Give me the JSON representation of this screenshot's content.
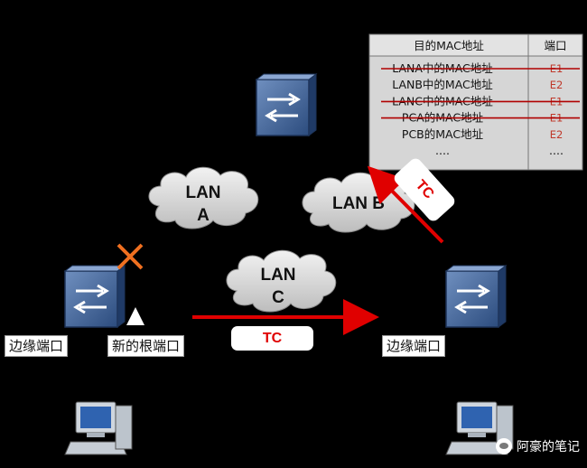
{
  "clouds": {
    "lan_a": {
      "line1": "LAN",
      "line2": "A"
    },
    "lan_b": {
      "line1": "LAN B"
    },
    "lan_c": {
      "line1": "LAN",
      "line2": "C"
    }
  },
  "mac_table": {
    "header_mac": "目的MAC地址",
    "header_port": "端口",
    "rows": [
      {
        "mac": "LANA中的MAC地址",
        "port": "E1",
        "struck": true
      },
      {
        "mac": "LANB中的MAC地址",
        "port": "E2",
        "struck": false
      },
      {
        "mac": "LANC中的MAC地址",
        "port": "E1",
        "struck": true
      },
      {
        "mac": "PCA的MAC地址",
        "port": "E1",
        "struck": true
      },
      {
        "mac": "PCB的MAC地址",
        "port": "E2",
        "struck": false
      },
      {
        "mac": "....",
        "port": "....",
        "struck": false
      }
    ]
  },
  "labels": {
    "edge_port_left": "边缘端口",
    "new_root_port": "新的根端口",
    "edge_port_right": "边缘端口"
  },
  "tc": {
    "horizontal": "TC",
    "diagonal": "TC"
  },
  "watermark": "阿豪的笔记",
  "colors": {
    "arrow": "#e00000",
    "strike": "#b00000",
    "cross": "#f07020",
    "switch": "#3b5f93"
  }
}
